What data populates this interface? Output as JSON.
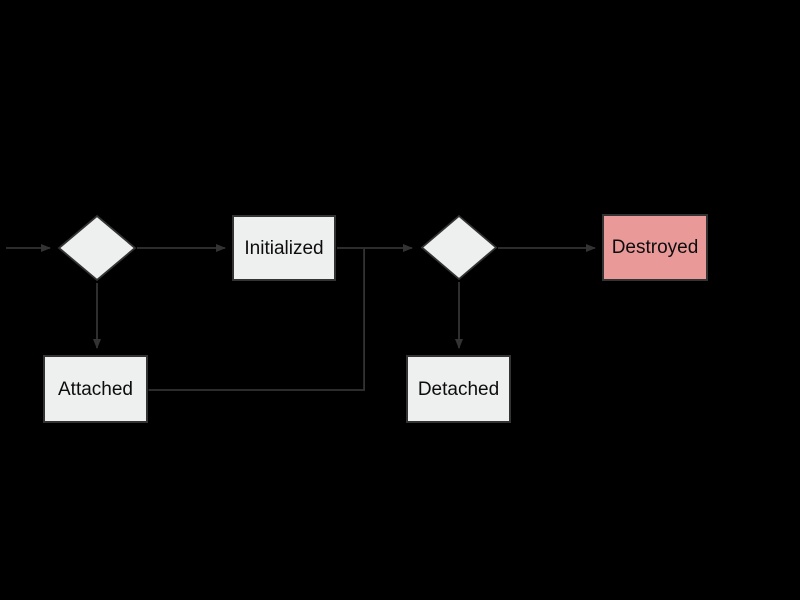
{
  "diagram": {
    "type": "flowchart",
    "background_color": "#000000",
    "edge_color": "#333333",
    "node_border_color": "#333333",
    "default_node_fill": "#eef0f0",
    "destroyed_node_fill": "#ea9999",
    "nodes": [
      {
        "id": "entry-condition",
        "shape": "diamond",
        "label": ""
      },
      {
        "id": "initialized",
        "shape": "rect",
        "label": "Initialized",
        "fill": "#eef0f0"
      },
      {
        "id": "attached",
        "shape": "rect",
        "label": "Attached",
        "fill": "#eef0f0"
      },
      {
        "id": "detach-condition",
        "shape": "diamond",
        "label": ""
      },
      {
        "id": "detached",
        "shape": "rect",
        "label": "Detached",
        "fill": "#eef0f0"
      },
      {
        "id": "destroyed",
        "shape": "rect",
        "label": "Destroyed",
        "fill": "#ea9999"
      }
    ],
    "edges": [
      {
        "from": "offscreen-left",
        "to": "entry-condition",
        "arrow": true
      },
      {
        "from": "entry-condition",
        "to": "initialized",
        "arrow": true
      },
      {
        "from": "entry-condition",
        "to": "attached",
        "arrow": true
      },
      {
        "from": "initialized",
        "to": "detach-condition",
        "arrow": true
      },
      {
        "from": "attached",
        "to": "detach-condition",
        "arrow": true
      },
      {
        "from": "detach-condition",
        "to": "detached",
        "arrow": true
      },
      {
        "from": "detach-condition",
        "to": "destroyed",
        "arrow": true
      }
    ]
  }
}
